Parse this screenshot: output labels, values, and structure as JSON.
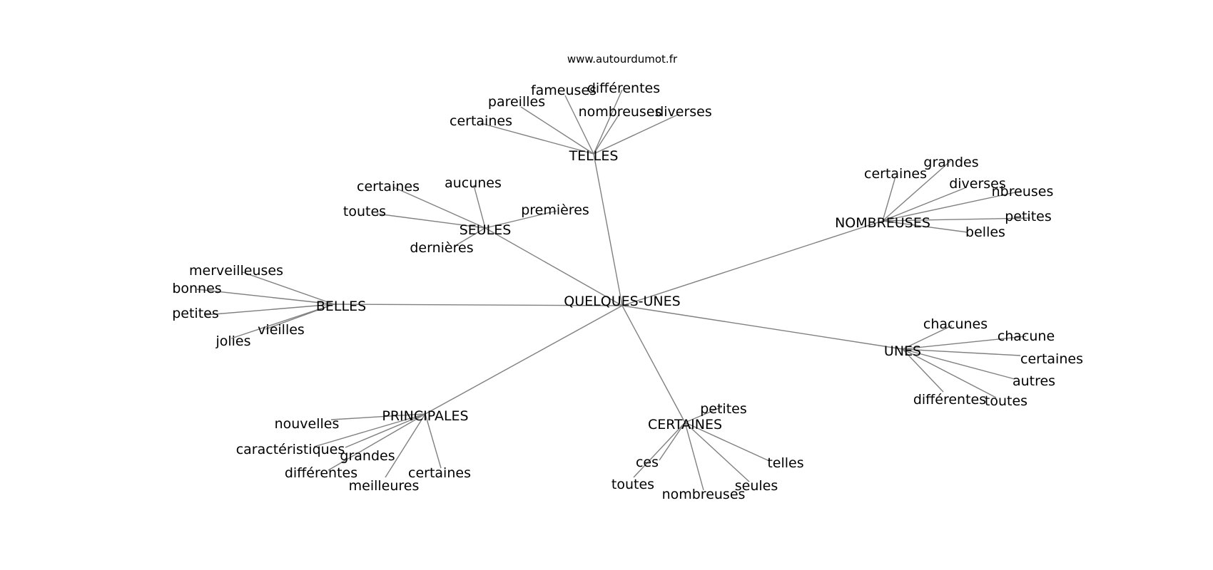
{
  "source_text": "www.autourdumot.fr",
  "center": "QUELQUES-UNES",
  "hubs": [
    {
      "key": "telles",
      "label": "TELLES",
      "leaves": [
        "fameuses",
        "différentes",
        "pareilles",
        "nombreuses",
        "diverses",
        "certaines"
      ]
    },
    {
      "key": "seules",
      "label": "SEULES",
      "leaves": [
        "certaines",
        "aucunes",
        "toutes",
        "premières",
        "dernières"
      ]
    },
    {
      "key": "nombreuses",
      "label": "NOMBREUSES",
      "leaves": [
        "grandes",
        "certaines",
        "diverses",
        "nbreuses",
        "petites",
        "belles"
      ]
    },
    {
      "key": "belles",
      "label": "BELLES",
      "leaves": [
        "merveilleuses",
        "bonnes",
        "petites",
        "vieilles",
        "jolies"
      ]
    },
    {
      "key": "unes",
      "label": "UNES",
      "leaves": [
        "chacunes",
        "chacune",
        "certaines",
        "autres",
        "différentes",
        "toutes"
      ]
    },
    {
      "key": "principales",
      "label": "PRINCIPALES",
      "leaves": [
        "nouvelles",
        "caractéristiques",
        "grandes",
        "différentes",
        "certaines",
        "meilleures"
      ]
    },
    {
      "key": "certaines",
      "label": "CERTAINES",
      "leaves": [
        "petites",
        "ces",
        "telles",
        "toutes",
        "seules",
        "nombreuses"
      ]
    }
  ]
}
